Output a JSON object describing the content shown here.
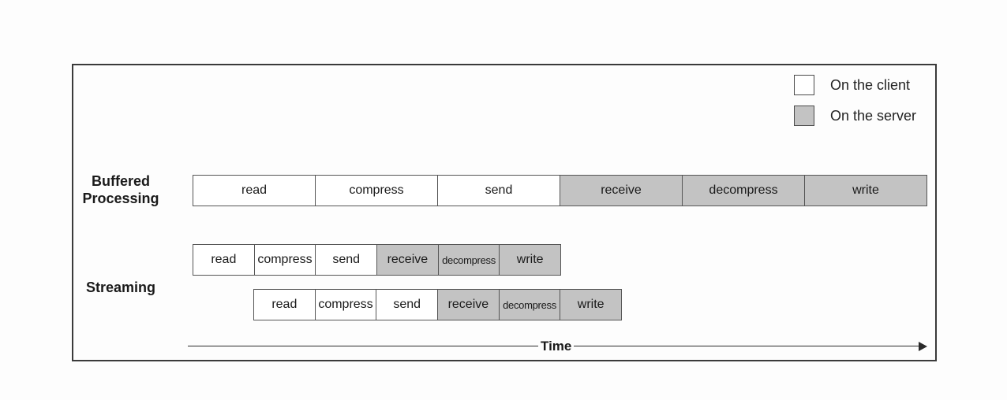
{
  "colors": {
    "client": "#ffffff",
    "server": "#c3c3c3",
    "border": "#555555"
  },
  "legend": {
    "client_label": "On the client",
    "server_label": "On the server"
  },
  "rows": {
    "buffered_label_line1": "Buffered",
    "buffered_label_line2": "Processing",
    "streaming_label": "Streaming"
  },
  "buffered": [
    {
      "label": "read",
      "side": "client"
    },
    {
      "label": "compress",
      "side": "client"
    },
    {
      "label": "send",
      "side": "client"
    },
    {
      "label": "receive",
      "side": "server"
    },
    {
      "label": "decompress",
      "side": "server"
    },
    {
      "label": "write",
      "side": "server"
    }
  ],
  "streaming_1": [
    {
      "label": "read",
      "side": "client"
    },
    {
      "label": "compress",
      "side": "client"
    },
    {
      "label": "send",
      "side": "client"
    },
    {
      "label": "receive",
      "side": "server"
    },
    {
      "label": "decompress",
      "side": "server"
    },
    {
      "label": "write",
      "side": "server"
    }
  ],
  "streaming_2": [
    {
      "label": "read",
      "side": "client"
    },
    {
      "label": "compress",
      "side": "client"
    },
    {
      "label": "send",
      "side": "client"
    },
    {
      "label": "receive",
      "side": "server"
    },
    {
      "label": "decompress",
      "side": "server"
    },
    {
      "label": "write",
      "side": "server"
    }
  ],
  "axis": {
    "label": "Time"
  }
}
